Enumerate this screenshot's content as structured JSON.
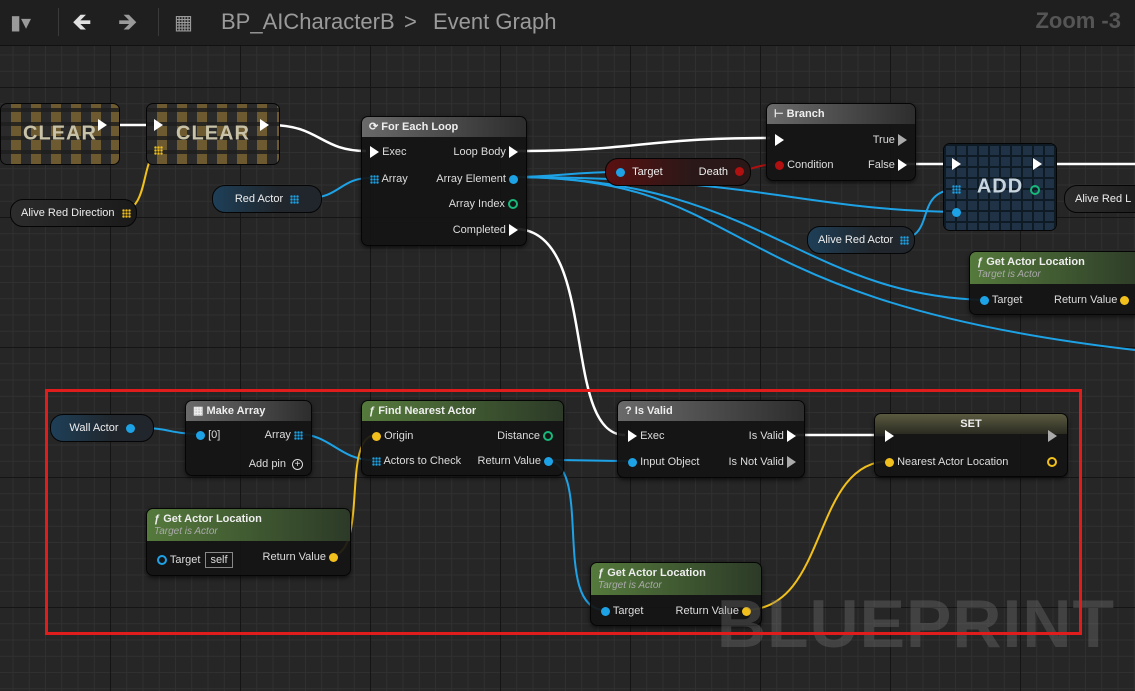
{
  "toolbar": {
    "breadcrumb_blueprint": "BP_AICharacterB",
    "breadcrumb_separator": ">",
    "breadcrumb_graph": "Event Graph",
    "zoom": "Zoom -3"
  },
  "watermark": "BLUEPRINT",
  "nodes": {
    "clear1": {
      "label": "CLEAR"
    },
    "clear2": {
      "label": "CLEAR"
    },
    "alive_red_direction": {
      "label": "Alive Red Direction"
    },
    "red_actor": {
      "label": "Red Actor"
    },
    "for_each_loop": {
      "title": "For Each Loop",
      "exec": "Exec",
      "array": "Array",
      "loop_body": "Loop Body",
      "array_element": "Array Element",
      "array_index": "Array Index",
      "completed": "Completed"
    },
    "branch": {
      "title": "Branch",
      "condition": "Condition",
      "true_label": "True",
      "false_label": "False"
    },
    "death_getter": {
      "target": "Target",
      "death": "Death"
    },
    "add": {
      "label": "ADD"
    },
    "alive_red_actor": {
      "label": "Alive Red Actor"
    },
    "alive_red_l": {
      "label": "Alive Red L"
    },
    "get_actor_location_top": {
      "title": "Get Actor Location",
      "subtitle": "Target is Actor",
      "target": "Target",
      "return_value": "Return Value"
    },
    "wall_actor": {
      "label": "Wall Actor"
    },
    "make_array": {
      "title": "Make Array",
      "index0": "[0]",
      "array": "Array",
      "add_pin": "Add pin"
    },
    "find_nearest_actor": {
      "title": "Find Nearest Actor",
      "origin": "Origin",
      "distance": "Distance",
      "actors_to_check": "Actors to Check",
      "return_value": "Return Value"
    },
    "get_actor_location_self": {
      "title": "Get Actor Location",
      "subtitle": "Target is Actor",
      "target": "Target",
      "self_value": "self",
      "return_value": "Return Value"
    },
    "is_valid": {
      "title": "Is Valid",
      "exec": "Exec",
      "input_object": "Input Object",
      "is_valid": "Is Valid",
      "is_not_valid": "Is Not Valid"
    },
    "get_actor_location_bottom": {
      "title": "Get Actor Location",
      "subtitle": "Target is Actor",
      "target": "Target",
      "return_value": "Return Value"
    },
    "set": {
      "title": "SET",
      "nearest_actor_location": "Nearest Actor Location"
    }
  },
  "colors": {
    "selection_outline": "#e01c1c",
    "exec_wire": "#ffffff",
    "object_wire": "#1ea2e6",
    "vector_wire": "#f2c01c",
    "bool_wire": "#b01010"
  }
}
